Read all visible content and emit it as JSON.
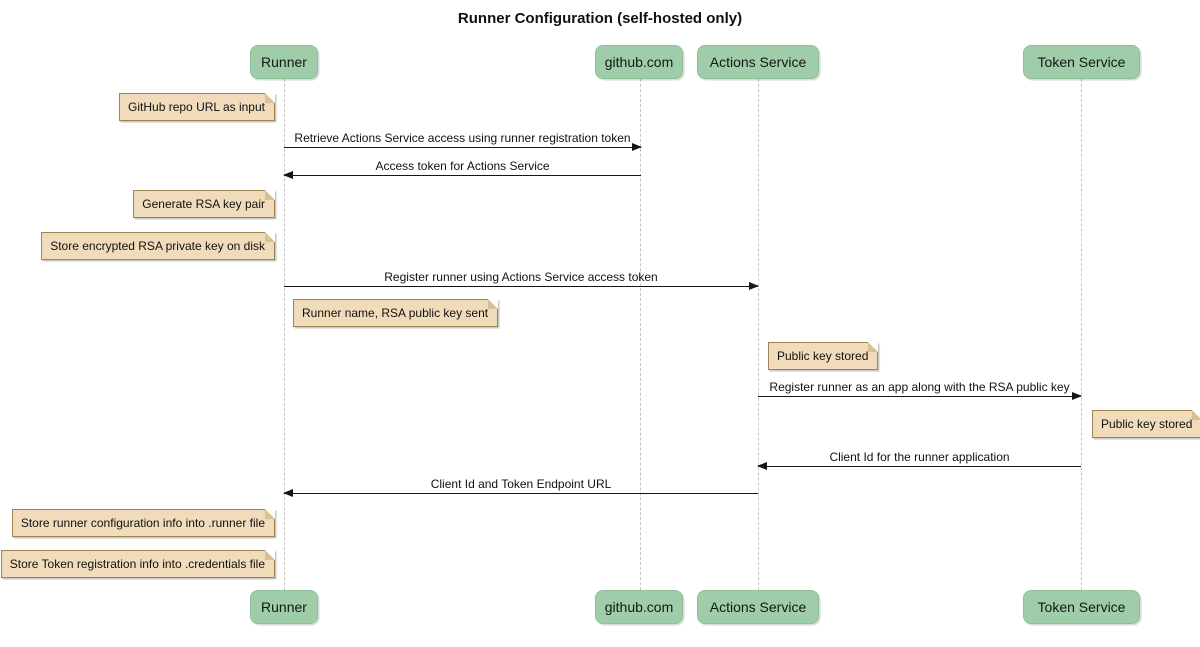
{
  "title": "Runner Configuration (self-hosted only)",
  "participants": [
    {
      "name": "Runner"
    },
    {
      "name": "github.com"
    },
    {
      "name": "Actions Service"
    },
    {
      "name": "Token Service"
    }
  ],
  "messages": [
    {
      "from": "Runner",
      "to": "github.com",
      "label": "Retrieve Actions Service access using runner registration token"
    },
    {
      "from": "github.com",
      "to": "Runner",
      "label": "Access token for Actions Service"
    },
    {
      "from": "Runner",
      "to": "Actions Service",
      "label": "Register runner using Actions Service access token"
    },
    {
      "from": "Actions Service",
      "to": "Token Service",
      "label": "Register runner as an app along with the RSA public key"
    },
    {
      "from": "Token Service",
      "to": "Actions Service",
      "label": "Client Id for the runner application"
    },
    {
      "from": "Actions Service",
      "to": "Runner",
      "label": "Client Id and Token Endpoint URL"
    }
  ],
  "notes": [
    {
      "text": "GitHub repo URL as input",
      "anchor": "left of Runner"
    },
    {
      "text": "Generate RSA key pair",
      "anchor": "left of Runner"
    },
    {
      "text": "Store encrypted RSA private key on disk",
      "anchor": "left of Runner"
    },
    {
      "text": "Runner name, RSA public key sent",
      "anchor": "right of Runner"
    },
    {
      "text": "Public key stored",
      "anchor": "right of Actions Service"
    },
    {
      "text": "Public key stored",
      "anchor": "right of Token Service"
    },
    {
      "text": "Store runner configuration info into .runner file",
      "anchor": "left of Runner"
    },
    {
      "text": "Store Token registration info into .credentials file",
      "anchor": "left of Runner"
    }
  ],
  "colors": {
    "participant_fill": "#A0CDA9",
    "participant_border": "#8FBF99",
    "note_fill": "#F0DCBA",
    "note_border": "#9C8454",
    "note_fold": "#D9BF94",
    "lifeline": "#C4C4C4",
    "line": "#161616"
  }
}
